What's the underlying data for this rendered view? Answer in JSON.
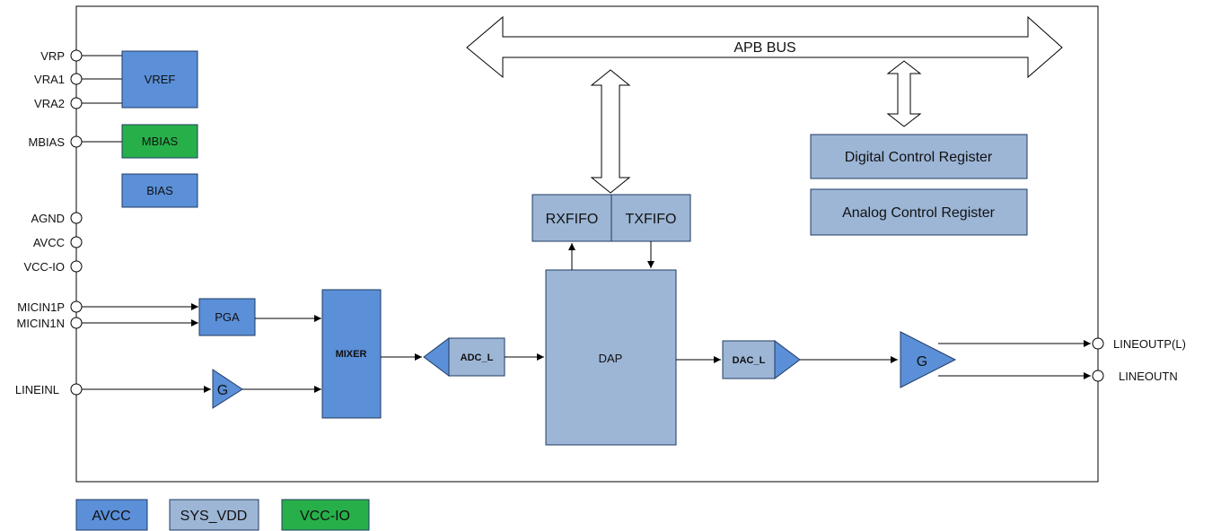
{
  "left_pins": {
    "vrp": "VRP",
    "vra1": "VRA1",
    "vra2": "VRA2",
    "mbias": "MBIAS",
    "agnd": "AGND",
    "avcc": "AVCC",
    "vccio": "VCC-IO",
    "micin1p": "MICIN1P",
    "micin1n": "MICIN1N",
    "lineinl": "LINEINL"
  },
  "right_pins": {
    "lineoutp": "LINEOUTP(L)",
    "lineoutn": "LINEOUTN"
  },
  "blocks": {
    "vref": "VREF",
    "mbias": "MBIAS",
    "bias": "BIAS",
    "pga": "PGA",
    "gain_in": "G",
    "mixer": "MIXER",
    "adc": "ADC_L",
    "dap": "DAP",
    "rxfifo": "RXFIFO",
    "txfifo": "TXFIFO",
    "dac": "DAC_L",
    "gain_out": "G",
    "digital_ctrl": "Digital Control Register",
    "analog_ctrl": "Analog Control Register"
  },
  "bus": {
    "label": "APB BUS"
  },
  "legend": [
    {
      "label": "AVCC",
      "color": "#5b8fd8"
    },
    {
      "label": "SYS_VDD",
      "color": "#9db6d6"
    },
    {
      "label": "VCC-IO",
      "color": "#27b04a"
    }
  ]
}
